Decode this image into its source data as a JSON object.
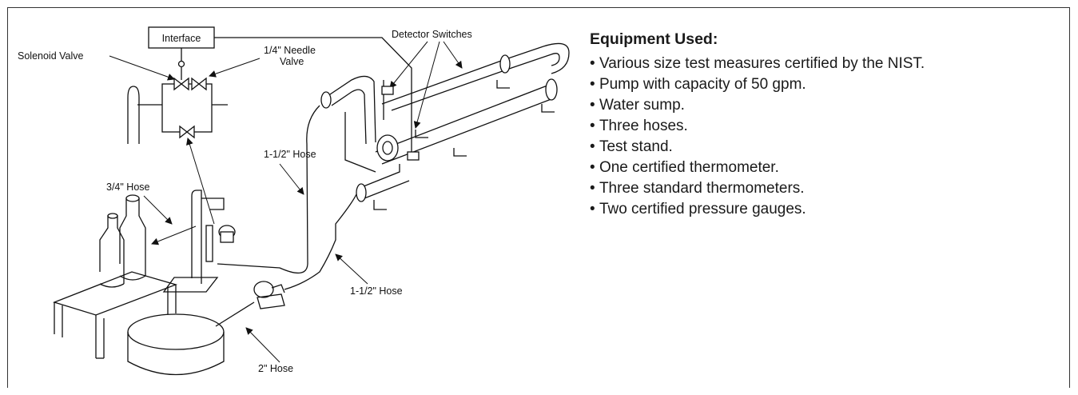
{
  "diagram": {
    "labels": {
      "interface": "Interface",
      "solenoid_valve": "Solenoid Valve",
      "needle_valve_line1": "1/4\" Needle",
      "needle_valve_line2": "Valve",
      "detector_switches": "Detector Switches",
      "hose_upper": "1-1/2\" Hose",
      "hose_three_quarter": "3/4\" Hose",
      "hose_lower": "1-1/2\" Hose",
      "hose_two_inch": "2\" Hose"
    }
  },
  "equipment": {
    "title": "Equipment Used:",
    "items": [
      "Various size test measures certified by the NIST.",
      "Pump with capacity of 50 gpm.",
      "Water sump.",
      "Three hoses.",
      "Test stand.",
      "One certified thermometer.",
      "Three standard thermometers.",
      "Two certified pressure gauges."
    ]
  }
}
